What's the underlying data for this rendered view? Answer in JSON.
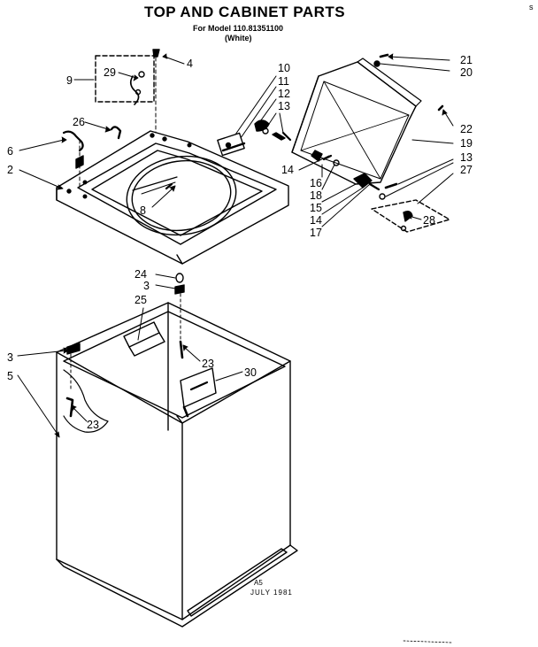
{
  "header": {
    "title": "TOP AND CABINET PARTS",
    "model_line": "For Model 110.81351100",
    "color_line": "(White)",
    "corner_mark": "s"
  },
  "footer": {
    "code": "A5",
    "date": "JULY 1981"
  },
  "callouts": [
    {
      "id": "c29",
      "label": "29"
    },
    {
      "id": "c4",
      "label": "4"
    },
    {
      "id": "c9",
      "label": "9"
    },
    {
      "id": "c10",
      "label": "10"
    },
    {
      "id": "c11",
      "label": "11"
    },
    {
      "id": "c12",
      "label": "12"
    },
    {
      "id": "c13a",
      "label": "13"
    },
    {
      "id": "c26",
      "label": "26"
    },
    {
      "id": "c6",
      "label": "6"
    },
    {
      "id": "c2",
      "label": "2"
    },
    {
      "id": "c8",
      "label": "8"
    },
    {
      "id": "c14a",
      "label": "14"
    },
    {
      "id": "c16",
      "label": "16"
    },
    {
      "id": "c18",
      "label": "18"
    },
    {
      "id": "c15",
      "label": "15"
    },
    {
      "id": "c14b",
      "label": "14"
    },
    {
      "id": "c17",
      "label": "17"
    },
    {
      "id": "c21",
      "label": "21"
    },
    {
      "id": "c20",
      "label": "20"
    },
    {
      "id": "c22",
      "label": "22"
    },
    {
      "id": "c19",
      "label": "19"
    },
    {
      "id": "c13b",
      "label": "13"
    },
    {
      "id": "c27",
      "label": "27"
    },
    {
      "id": "c28",
      "label": "28"
    },
    {
      "id": "c24",
      "label": "24"
    },
    {
      "id": "c3a",
      "label": "3"
    },
    {
      "id": "c25",
      "label": "25"
    },
    {
      "id": "c23a",
      "label": "23"
    },
    {
      "id": "c30",
      "label": "30"
    },
    {
      "id": "c3b",
      "label": "3"
    },
    {
      "id": "c5",
      "label": "5"
    },
    {
      "id": "c23b",
      "label": "23"
    }
  ]
}
